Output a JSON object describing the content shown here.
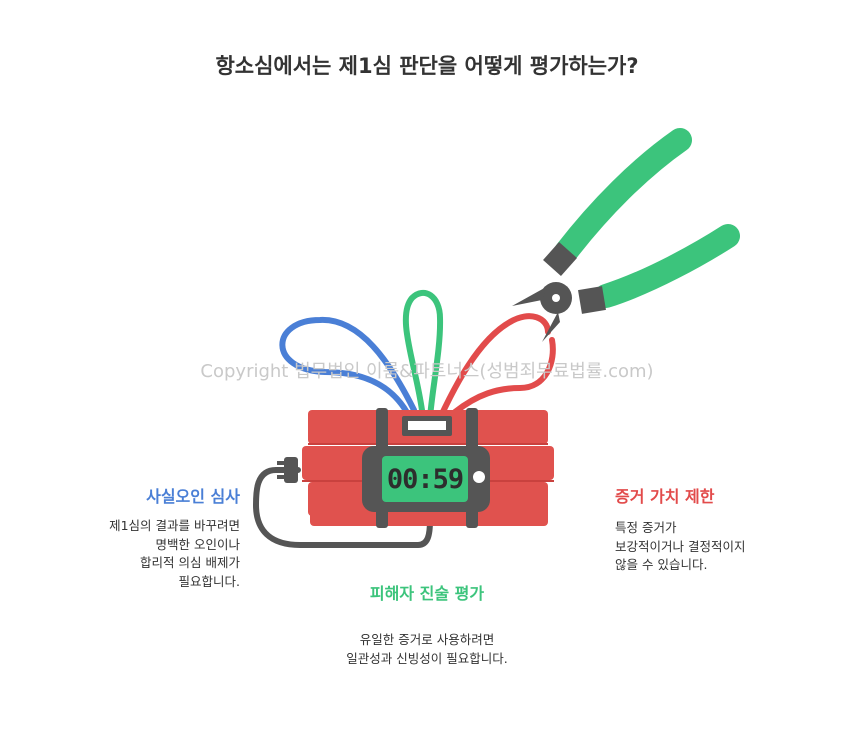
{
  "title": "항소심에서는 제1심 판단을 어떻게 평가하는가?",
  "watermark": "Copyright 법무법인 이룸&파트너스(성범죄무료법률.com)",
  "timer": "00:59",
  "colors": {
    "blue": "#4a7fd6",
    "green": "#3cc47c",
    "red": "#e24b4b",
    "dynamite": "#e0524e",
    "gray": "#555555"
  },
  "sections": {
    "left": {
      "heading": "사실오인 심사",
      "lines": [
        "제1심의 결과를 바꾸려면",
        "명백한 오인이나",
        "합리적 의심 배제가",
        "필요합니다."
      ]
    },
    "bottom": {
      "heading": "피해자 진술 평가",
      "lines": [
        "유일한 증거로 사용하려면",
        "일관성과 신빙성이 필요합니다."
      ]
    },
    "right": {
      "heading": "증거 가치 제한",
      "lines": [
        "특정 증거가",
        "보강적이거나 결정적이지",
        "않을 수 있습니다."
      ]
    }
  }
}
